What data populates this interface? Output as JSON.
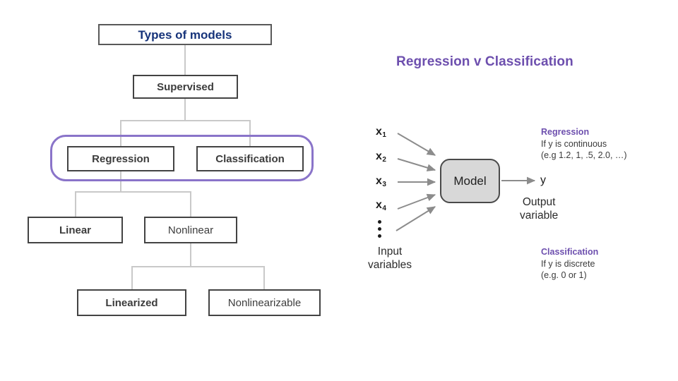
{
  "slide": {
    "background": "#ffffff",
    "accent_purple": "#6d4fae",
    "highlight_purple": "#8a74c9",
    "root_title_color": "#16337a",
    "connector_color": "#c9c9c9",
    "node_border_color": "#434343"
  },
  "tree": {
    "nodes": [
      {
        "id": "root",
        "label": "Types of models",
        "bold": true,
        "style": "root"
      },
      {
        "id": "supervised",
        "label": "Supervised",
        "bold": true,
        "style": "plain"
      },
      {
        "id": "regression",
        "label": "Regression",
        "bold": true,
        "style": "plain"
      },
      {
        "id": "classification",
        "label": "Classification",
        "bold": true,
        "style": "plain"
      },
      {
        "id": "linear",
        "label": "Linear",
        "bold": true,
        "style": "plain"
      },
      {
        "id": "nonlinear",
        "label": "Nonlinear",
        "bold": false,
        "style": "plain"
      },
      {
        "id": "linearized",
        "label": "Linearized",
        "bold": true,
        "style": "plain"
      },
      {
        "id": "nonlinearizable",
        "label": "Nonlinearizable",
        "bold": false,
        "style": "plain"
      }
    ],
    "highlighted_group": [
      "regression",
      "classification"
    ]
  },
  "right_panel": {
    "title": "Regression v Classification",
    "inputs": [
      {
        "base": "x",
        "sub": "1"
      },
      {
        "base": "x",
        "sub": "2"
      },
      {
        "base": "x",
        "sub": "3"
      },
      {
        "base": "x",
        "sub": "4"
      }
    ],
    "input_caption_line1": "Input",
    "input_caption_line2": "variables",
    "model_label": "Model",
    "output_symbol": "y",
    "output_caption_line1": "Output",
    "output_caption_line2": "variable",
    "notes": [
      {
        "heading": "Regression",
        "line1": "If y is continuous",
        "line2": "(e.g 1.2, 1, .5, 2.0, …)"
      },
      {
        "heading": "Classification",
        "line1": "If y is discrete",
        "line2": "(e.g. 0 or 1)"
      }
    ]
  }
}
